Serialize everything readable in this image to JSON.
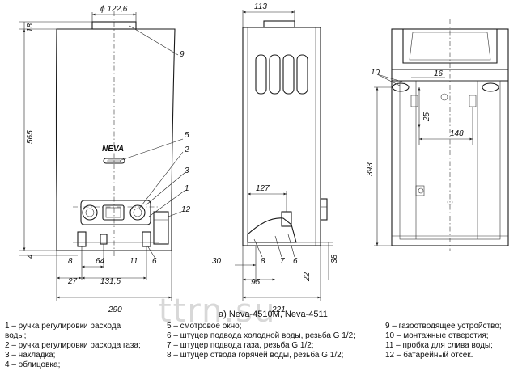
{
  "front_view": {
    "dims": {
      "diameter": "ϕ 122,6",
      "top_gap": "18",
      "height": "565",
      "bottom_gap": "4",
      "d8": "8",
      "d27": "27",
      "d64": "64",
      "d1315": "131,5",
      "d11": "11",
      "d290": "290"
    },
    "callouts": {
      "c9": "9",
      "c5": "5",
      "c2": "2",
      "c3": "3",
      "c1": "1",
      "c12": "12",
      "c6": "6"
    },
    "brand": "NEVA"
  },
  "side_view": {
    "dims": {
      "d113": "113",
      "d127": "127",
      "d30": "30",
      "d95": "95",
      "d221": "221",
      "d22": "22",
      "d38": "38"
    },
    "callouts": {
      "c8": "8",
      "c7": "7",
      "c6": "6"
    }
  },
  "rear_view": {
    "dims": {
      "d16": "16",
      "d25": "25",
      "d148": "148",
      "d393": "393"
    },
    "callouts": {
      "c10": "10"
    }
  },
  "caption": "а) Neva-4510M, Neva-4511",
  "watermark": "ttrn.su",
  "legend": {
    "col1": [
      "1 – ручка регулировки расхода",
      "воды;",
      "2 – ручка регулировки расхода газа;",
      "3 – накладка;",
      "4 – облицовка;"
    ],
    "col2": [
      "5 – смотровое окно;",
      "6 – штуцер подвода холодной воды, резьба G 1/2;",
      "7 – штуцер подвода газа, резьба G 1/2;",
      "8 – штуцер отвода горячей воды, резьба G 1/2;"
    ],
    "col3": [
      "9 – газоотводящее устройство;",
      "10 – монтажные отверстия;",
      "11 – пробка для слива воды;",
      "12 – батарейный отсек."
    ]
  }
}
